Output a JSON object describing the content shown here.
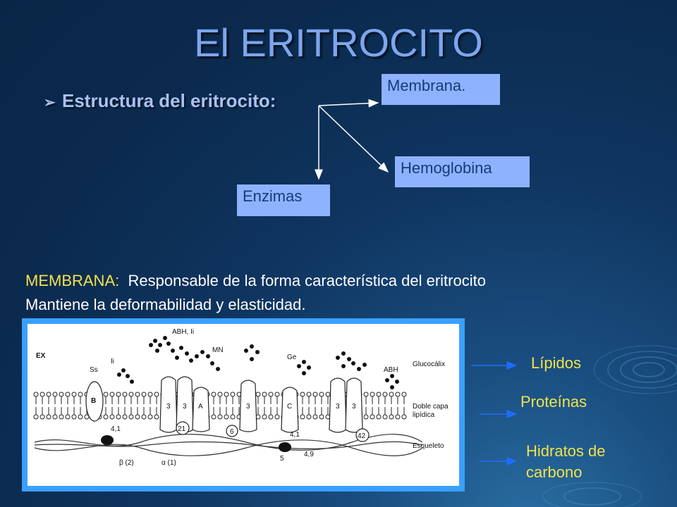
{
  "title": "El ERITROCITO",
  "bullet": "Estructura del eritrocito:",
  "boxes": {
    "membrana": "Membrana.",
    "hemoglobina": "Hemoglobina",
    "enzimas": "Enzimas"
  },
  "membrana_desc": {
    "label": "MEMBRANA:",
    "line1": "Responsable de la forma característica del eritrocito",
    "line2": "Mantiene la deformabilidad y elasticidad."
  },
  "diagram": {
    "ex": "EX",
    "glucocalix": "Glucocálix",
    "doble_capa_1": "Doble capa",
    "doble_capa_2": "lipídica",
    "esqueleto": "Esqueleto",
    "abh_li": "ABH, Ii",
    "mn": "MN",
    "ss": "Ss",
    "ii": "Ii",
    "ge": "Ge",
    "abh": "ABH",
    "b": "B",
    "a": "A",
    "c": "C",
    "three": "3",
    "n21": "21",
    "n6": "6",
    "n42": "42",
    "n41a": "4,1",
    "n41b": "4,1",
    "n49": "4,9",
    "n5": "5",
    "beta2": "β (2)",
    "alpha1": "α (1)"
  },
  "side_labels": {
    "lipidos": "Lípidos",
    "proteinas": "Proteínas",
    "hidratos": "Hidratos de carbono"
  },
  "colors": {
    "title": "#7ea6ee",
    "box_bg": "#8fb2ff",
    "box_text": "#173b7a",
    "highlight": "#f2e24a",
    "frame": "#3aa0ff"
  }
}
